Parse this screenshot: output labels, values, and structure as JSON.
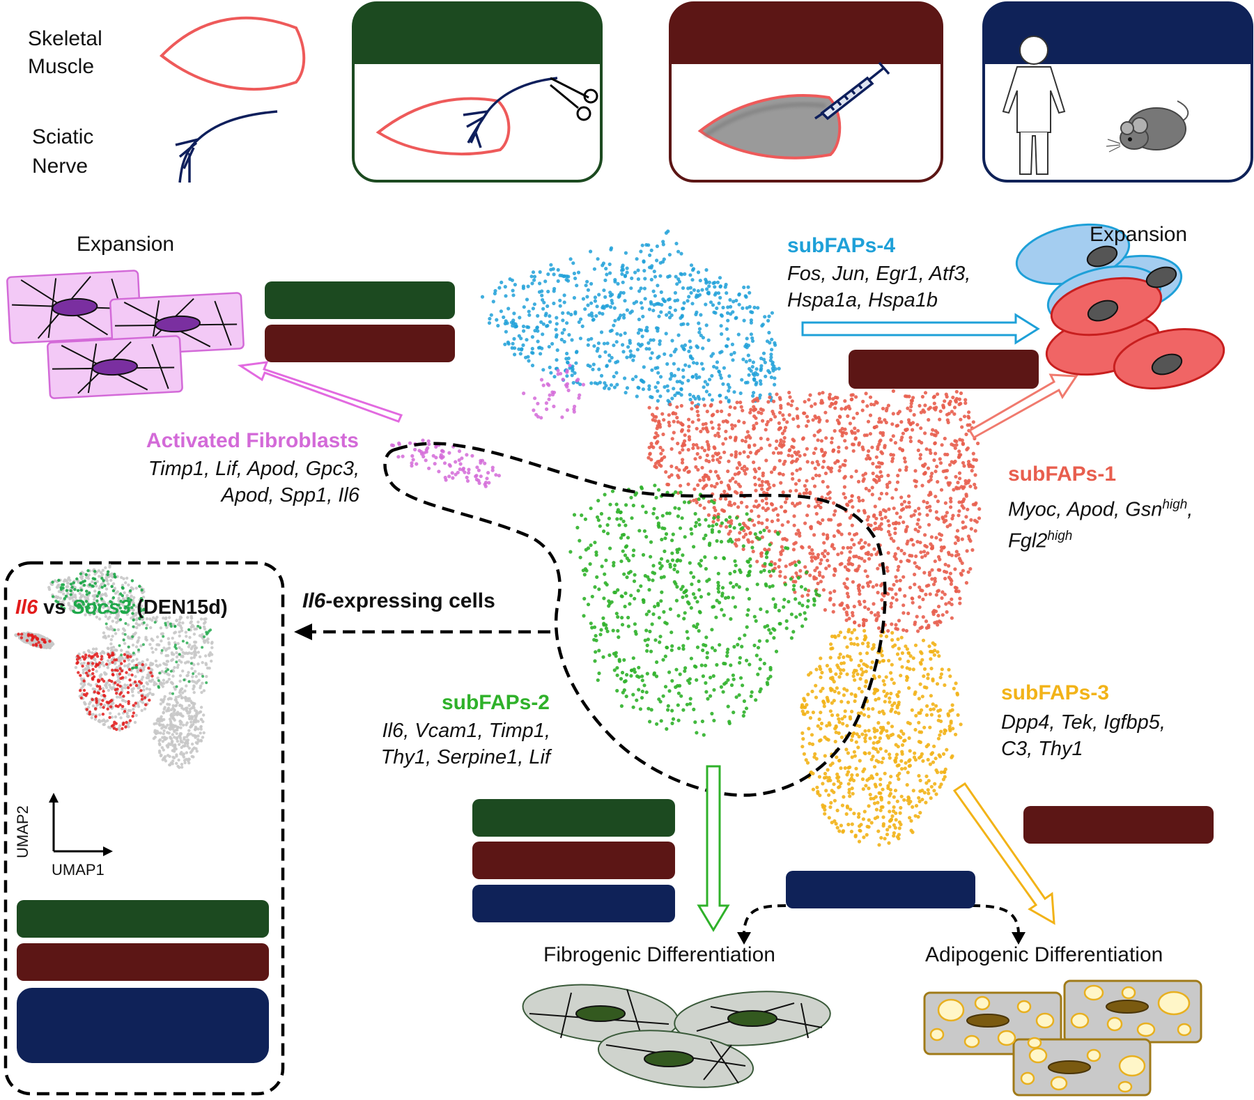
{
  "legend": {
    "skeletal_muscle": [
      "Skeletal",
      "Muscle"
    ],
    "sciatic_nerve": [
      "Sciatic",
      "Nerve"
    ]
  },
  "clusters": {
    "subfaps4": {
      "name": "subFAPs-4",
      "color": "#1ea0d8",
      "genes": [
        "Fos, Jun, Egr1, Atf3,",
        "Hspa1a, Hspa1b"
      ]
    },
    "activated": {
      "name": "Activated Fibroblasts",
      "color": "#d36ad8",
      "genes": [
        "Timp1, Lif, Apod, Gpc3,",
        "Apod, Spp1, Il6"
      ]
    },
    "subfaps1": {
      "name": "subFAPs-1",
      "color": "#e85e4e",
      "genes": [
        "Myoc, Apod, Gsn",
        "high",
        ",",
        "Fgl2",
        "high"
      ]
    },
    "subfaps2": {
      "name": "subFAPs-2",
      "color": "#2fb12a",
      "genes": [
        "Il6, Vcam1, Timp1,",
        "Thy1, Serpine1, Lif"
      ]
    },
    "subfaps3": {
      "name": "subFAPs-3",
      "color": "#f2b318",
      "genes": [
        "Dpp4, Tek, Igfbp5,",
        "C3, Thy1"
      ]
    }
  },
  "labels": {
    "expansion_left": "Expansion",
    "expansion_right": "Expansion",
    "il6_cells_gene": "Il6",
    "il6_cells_rest": "-expressing cells",
    "fibrogenic": "Fibrogenic Differentiation",
    "adipogenic": "Adipogenic Differentiation"
  },
  "inset": {
    "title_il6": "Il6",
    "title_vs": " vs ",
    "title_socs3": "Socs3",
    "title_cond": " (DEN15d)",
    "axis_x": "UMAP1",
    "axis_y": "UMAP2",
    "colors": {
      "il6": "#e21b1b",
      "socs3": "#1fa84a",
      "background": "#c8c8c8"
    }
  },
  "colors": {
    "condition_green": "#1c4a20",
    "condition_maroon": "#5c1615",
    "condition_navy": "#0f2258",
    "muscle": "#ee5a5a",
    "nerve": "#0e1f5c"
  }
}
